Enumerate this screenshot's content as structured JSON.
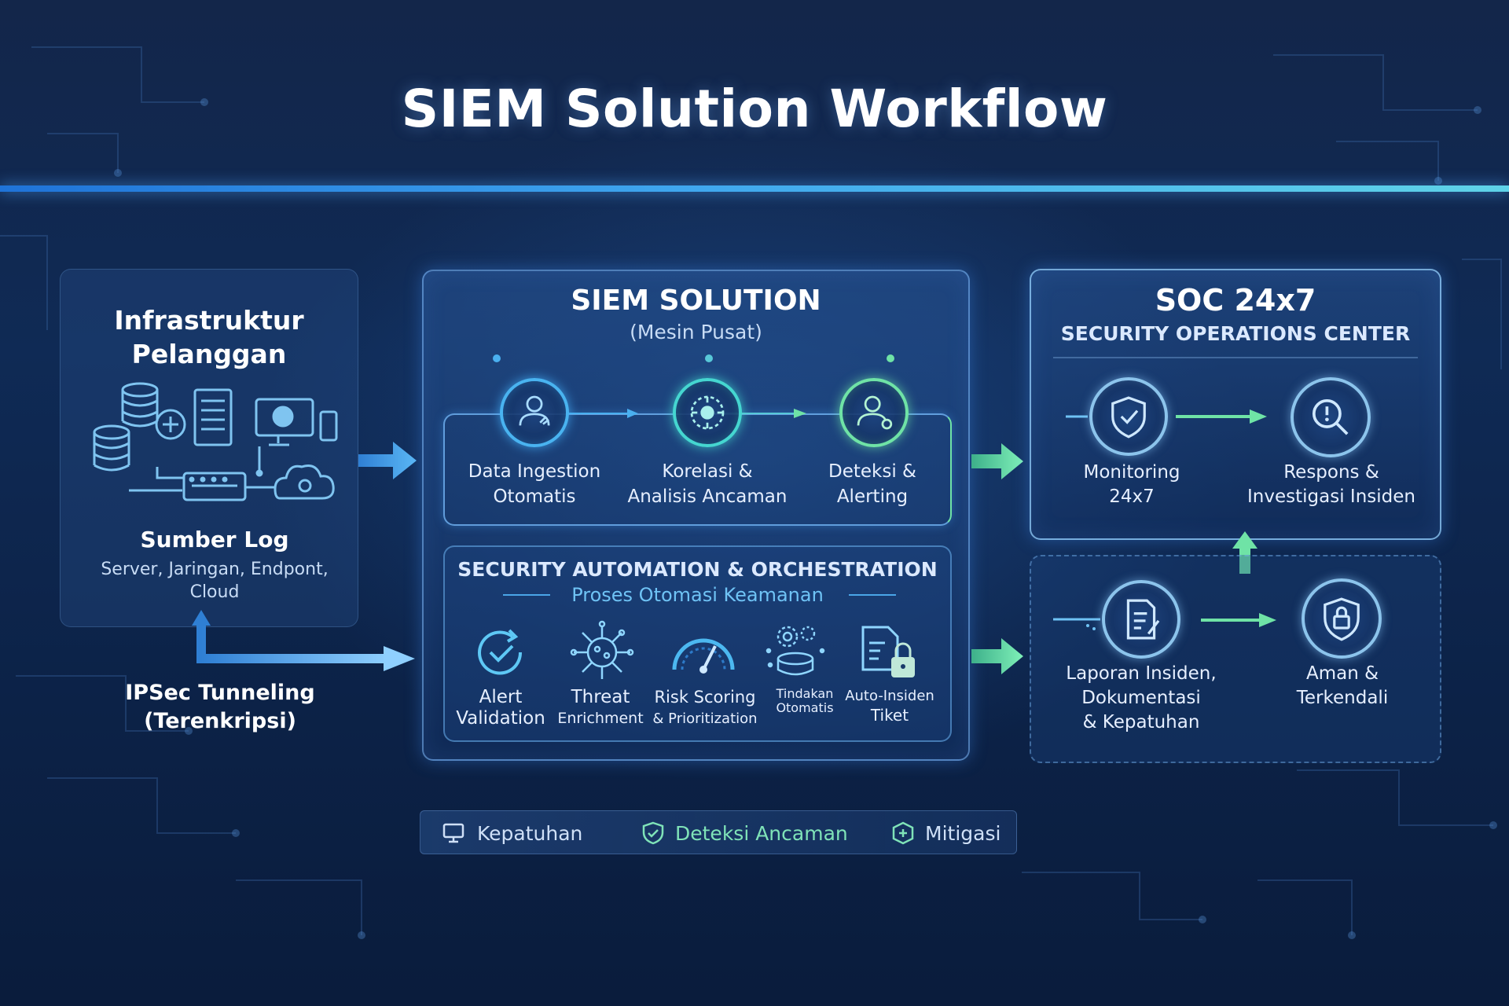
{
  "title": "SIEM Solution Workflow",
  "left": {
    "heading_line1": "Infrastruktur",
    "heading_line2": "Pelanggan",
    "log_title": "Sumber Log",
    "log_sub_line1": "Server, Jaringan, Endpont,",
    "log_sub_line2": "Cloud",
    "tunnel_line1": "IPSec Tunneling",
    "tunnel_line2": "(Terenkripsi)"
  },
  "siem": {
    "title": "SIEM SOLUTION",
    "subtitle": "(Mesin Pusat)",
    "steps": [
      {
        "line1": "Data Ingestion",
        "line2": "Otomatis",
        "icon": "user-data-icon"
      },
      {
        "line1": "Korelasi &",
        "line2": "Analisis Ancaman",
        "icon": "correlation-icon"
      },
      {
        "line1": "Deteksi &",
        "line2": "Alerting",
        "icon": "user-alert-icon"
      }
    ],
    "automation": {
      "title": "SECURITY AUTOMATION & ORCHESTRATION",
      "subtitle": "Proses Otomasi Keamanan",
      "items": [
        {
          "line1": "Alert",
          "line2": "Validation",
          "icon": "check-cycle-icon"
        },
        {
          "line1": "Threat",
          "line2": "Enrichment",
          "icon": "virus-network-icon"
        },
        {
          "line1": "Risk Scoring",
          "line2": "& Prioritization",
          "icon": "gauge-icon"
        },
        {
          "line1": "Tindakan",
          "line2": "Otomatis",
          "icon": "gears-database-icon"
        },
        {
          "line1": "Auto-Insiden",
          "line2": "Tiket",
          "icon": "ticket-lock-icon"
        }
      ]
    }
  },
  "soc": {
    "title": "SOC 24x7",
    "subtitle": "SECURITY OPERATIONS CENTER",
    "steps": [
      {
        "line1": "Monitoring",
        "line2": "24x7",
        "icon": "shield-check-icon"
      },
      {
        "line1": "Respons &",
        "line2": "Investigasi Insiden",
        "icon": "magnifier-alert-icon"
      }
    ],
    "lower": [
      {
        "line1": "Laporan Insiden,",
        "line2": "Dokumentasi",
        "line3": "& Kepatuhan",
        "icon": "report-icon"
      },
      {
        "line1": "Aman &",
        "line2": "Terkendali",
        "icon": "shield-lock-icon"
      }
    ]
  },
  "legend": [
    {
      "label": "Kepatuhan",
      "icon": "monitor-icon",
      "color": "#cfe0f7"
    },
    {
      "label": "Deteksi Ancaman",
      "icon": "shield-check-icon",
      "color": "#7fe3b8"
    },
    {
      "label": "Mitigasi",
      "icon": "shield-plus-icon",
      "color": "#cfe0f7"
    }
  ],
  "colors": {
    "accent_blue": "#49b3f0",
    "accent_teal": "#45d6d0",
    "accent_green": "#6fe3a6",
    "background": "#0f2a55"
  }
}
